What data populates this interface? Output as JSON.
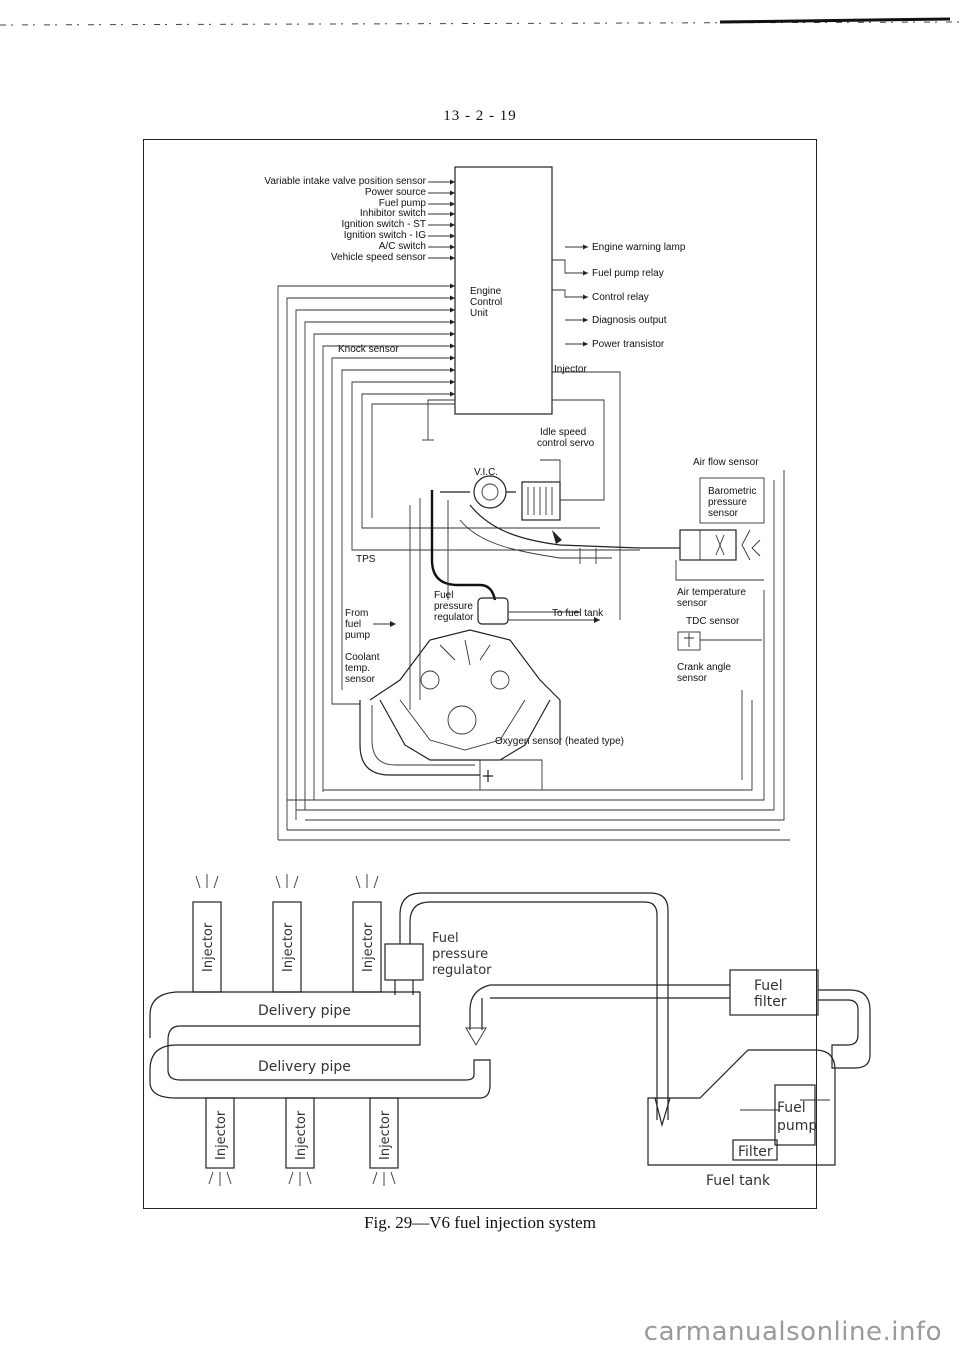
{
  "page": {
    "number": "13 - 2 - 19"
  },
  "figure": {
    "caption": "Fig. 29—V6 fuel injection system",
    "inputs": [
      "Variable intake valve position sensor",
      "Power source",
      "Fuel pump",
      "Inhibitor switch",
      "Ignition switch - ST",
      "Ignition switch - IG",
      "A/C switch",
      "Vehicle speed sensor"
    ],
    "ecu": [
      "Engine",
      "Control",
      "Unit"
    ],
    "outputs": [
      "Engine warning lamp",
      "Fuel pump relay",
      "Control relay",
      "Diagnosis output",
      "Power transistor"
    ],
    "labels": {
      "knock": "Knock sensor",
      "injector": "Injector",
      "isc": [
        "Idle speed",
        "control servo"
      ],
      "vic": "V.I.C.",
      "tps": "TPS",
      "airflow": "Air flow sensor",
      "baro": [
        "Barometric",
        "pressure",
        "sensor"
      ],
      "airtemp": [
        "Air temperature",
        "sensor"
      ],
      "tdc": "TDC sensor",
      "crank": [
        "Crank angle",
        "sensor"
      ],
      "fpr": [
        "Fuel",
        "pressure",
        "regulator"
      ],
      "tank_return": "To fuel tank",
      "from_pump": [
        "From",
        "fuel",
        "pump"
      ],
      "coolant": [
        "Coolant",
        "temp.",
        "sensor"
      ],
      "oxygen": "Oxygen sensor (heated type)"
    },
    "lower": {
      "injector_label": "Injector",
      "delivery_pipe": "Delivery pipe",
      "delivery_pipe_2": "Delivery pipe",
      "regulator": [
        "Fuel",
        "pressure",
        "regulator"
      ],
      "filter": [
        "Fuel",
        "filter"
      ],
      "pump": [
        "Fuel",
        "pump"
      ],
      "tank_filter": "Filter",
      "tank": "Fuel tank"
    }
  },
  "watermark": "carmanualsonline.info"
}
